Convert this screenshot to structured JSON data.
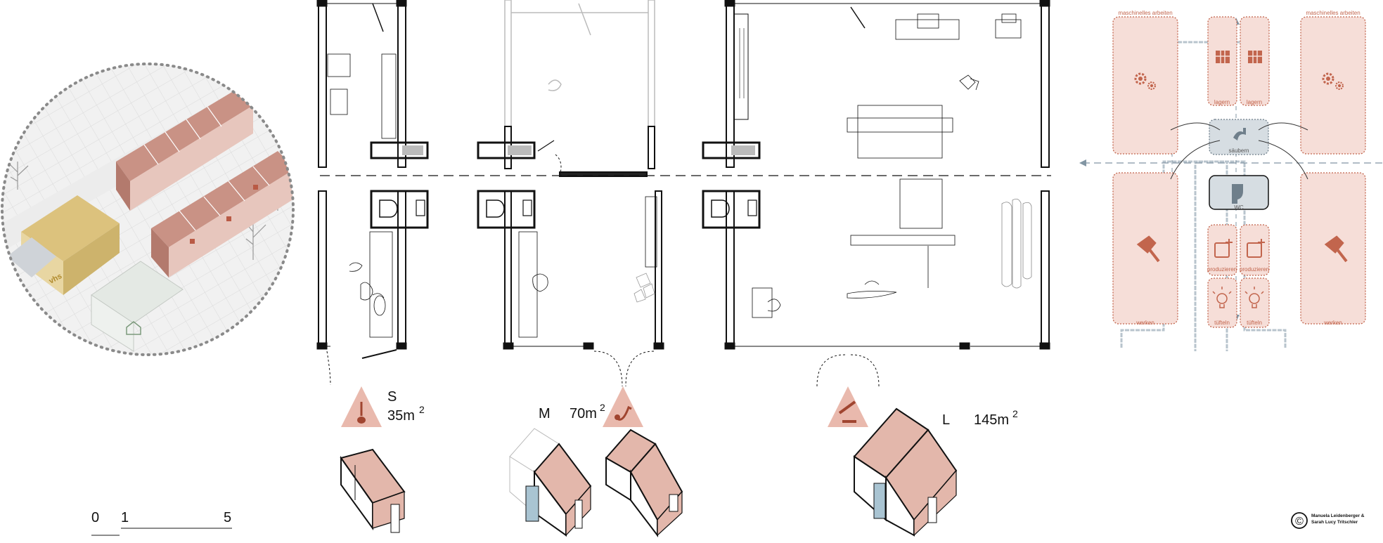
{
  "sizes": {
    "s": {
      "letter": "S",
      "area": "35m",
      "exp": "2"
    },
    "m": {
      "letter": "M",
      "area": "70m",
      "exp": "2"
    },
    "l": {
      "letter": "L",
      "area": "145m",
      "exp": "2"
    }
  },
  "site": {
    "vhs_label": "vhs"
  },
  "scale_bar": {
    "t0": "0",
    "t1": "1",
    "t5": "5"
  },
  "diagram": {
    "machine_left": "maschinelles arbeiten",
    "machine_right": "maschinelles arbeiten",
    "storage_1": "lagern",
    "storage_2": "lagern",
    "clean": "säubern",
    "wc": "WC",
    "produce_1": "produzieren",
    "produce_2": "produzieren",
    "tinker_1": "tüfteln",
    "tinker_2": "tüfteln",
    "work_left": "werken",
    "work_right": "werken"
  },
  "credit": {
    "symbol": "©",
    "line1": "Manuela Leidenberger &",
    "line2": "Sarah Lucy Tritschler"
  },
  "colors": {
    "accent": "#c2654d",
    "pink_fill": "#f6ded8",
    "roof": "#d9a89a",
    "gold": "#d9bf76",
    "gray_box": "#d6dde2"
  }
}
